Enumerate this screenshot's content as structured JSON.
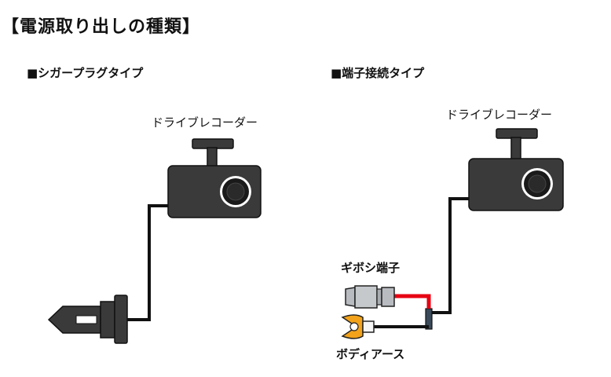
{
  "title": "【電源取り出しの種類】",
  "left_panel": {
    "heading": "■シガープラグタイプ",
    "camera_label": "ドライブレコーダー"
  },
  "right_panel": {
    "heading": "■端子接続タイプ",
    "camera_label": "ドライブレコーダー",
    "terminal_label": "ギボシ端子",
    "ground_label": "ボディアース"
  },
  "colors": {
    "camera_body": "#3a3a3a",
    "wire": "#111111",
    "red_wire": "#e60012",
    "terminal_metal": "#b8bcc0",
    "ring_terminal": "#f2a31b"
  }
}
